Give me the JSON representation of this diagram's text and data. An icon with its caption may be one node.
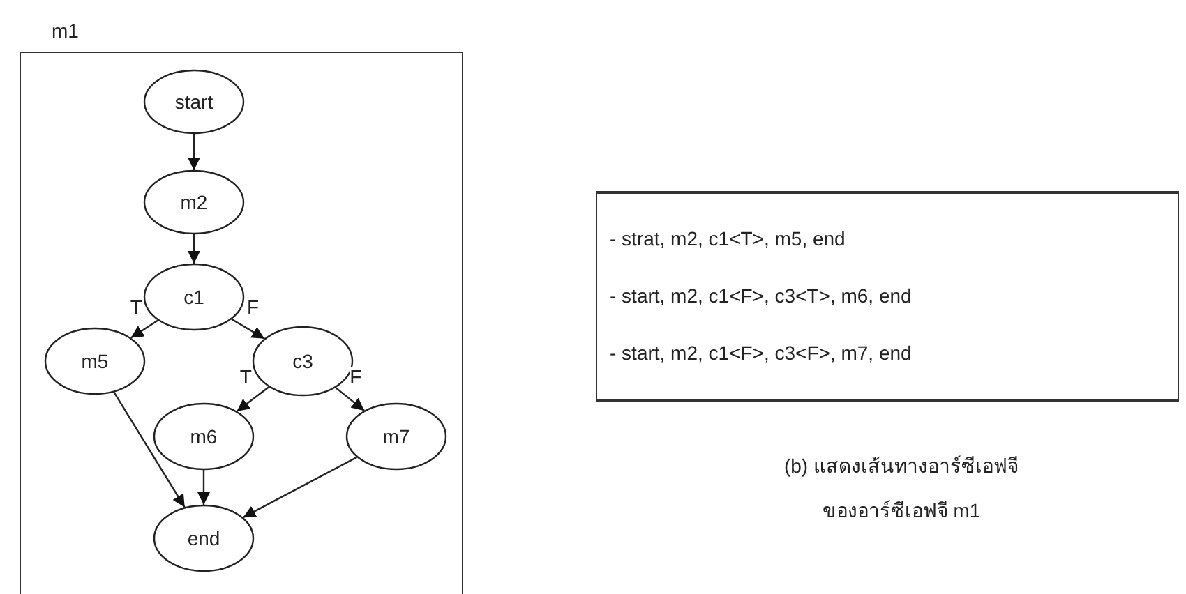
{
  "diagram": {
    "caption": "(b) แสดงเส้นทางอาร์ซีเอฟจี ของอาร์ซีเอฟจี m1",
    "nodes": [
      {
        "text": [
          "m1"
        ]
      },
      {
        "text": [
          "start"
        ],
        "in": 0
      },
      {
        "text": [
          "m2"
        ],
        "in": 0
      },
      {
        "text": [
          "c1"
        ],
        "in": 0
      },
      {
        "text": [
          "m5"
        ],
        "in": 0
      },
      {
        "text": [
          "c3"
        ],
        "in": 0
      },
      {
        "text": [
          "m6"
        ],
        "in": 0
      },
      {
        "text": [
          "m7"
        ],
        "in": 0
      },
      {
        "text": [
          "end"
        ],
        "in": 0
      },
      {
        "text": [
          "- strat, m2, c1<T>, m5, end",
          "- start, m2, c1<F>, c3<T>, m6, end",
          "- start, m2, c1<F>, c3<F>, m7, end"
        ]
      }
    ],
    "edges": [
      {
        "from": 1,
        "to": 2,
        "arrow": "to"
      },
      {
        "from": 2,
        "to": 3,
        "arrow": "to"
      },
      {
        "from": 3,
        "to": 4,
        "arrow": "to",
        "label": "T"
      },
      {
        "from": 3,
        "to": 5,
        "arrow": "to",
        "label": "F"
      },
      {
        "from": 5,
        "to": 6,
        "arrow": "to",
        "label": "T"
      },
      {
        "from": 5,
        "to": 7,
        "arrow": "to",
        "label": "F"
      },
      {
        "from": 4,
        "to": 8,
        "arrow": "to"
      },
      {
        "from": 6,
        "to": 8,
        "arrow": "to"
      },
      {
        "from": 7,
        "to": 8,
        "arrow": "to"
      }
    ]
  }
}
